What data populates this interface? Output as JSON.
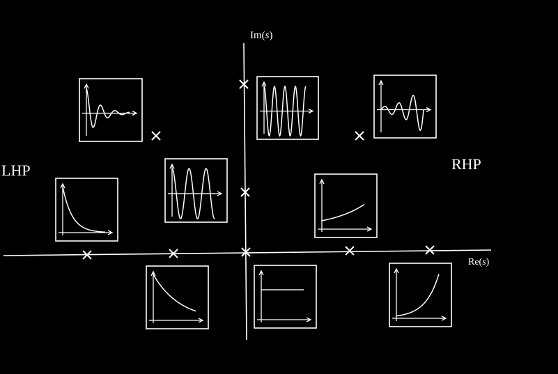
{
  "labels": {
    "im_axis_prefix": "Im(",
    "im_axis_var": "s",
    "im_axis_suffix": ")",
    "re_axis_prefix": "Re(",
    "re_axis_var": "s",
    "re_axis_suffix": ")",
    "left_half_plane": "LHP",
    "right_half_plane": "RHP"
  },
  "poles": [
    {
      "name": "pole-lhp-complex-damped",
      "region": "left half-plane, complex"
    },
    {
      "name": "pole-imag-axis-high",
      "region": "imaginary axis, high frequency"
    },
    {
      "name": "pole-imag-axis-low",
      "region": "imaginary axis, low frequency"
    },
    {
      "name": "pole-rhp-complex-growing",
      "region": "right half-plane, complex"
    },
    {
      "name": "pole-real-far-left",
      "region": "negative real axis, fast decay"
    },
    {
      "name": "pole-real-near-left",
      "region": "negative real axis, slow decay"
    },
    {
      "name": "pole-origin",
      "region": "origin"
    },
    {
      "name": "pole-real-near-right",
      "region": "positive real axis, slow growth"
    },
    {
      "name": "pole-real-far-right",
      "region": "positive real axis, fast growth"
    }
  ],
  "responses": [
    {
      "name": "response-damped-oscillation",
      "kind": "damped-oscillation"
    },
    {
      "name": "response-sustained-oscillation-high",
      "kind": "sustained-oscillation-high"
    },
    {
      "name": "response-growing-oscillation",
      "kind": "growing-oscillation"
    },
    {
      "name": "response-fast-decay",
      "kind": "fast-exponential-decay"
    },
    {
      "name": "response-sustained-oscillation-low",
      "kind": "sustained-oscillation-low"
    },
    {
      "name": "response-slow-growth",
      "kind": "slow-exponential-growth"
    },
    {
      "name": "response-slow-decay",
      "kind": "slow-exponential-decay"
    },
    {
      "name": "response-constant",
      "kind": "constant"
    },
    {
      "name": "response-fast-growth",
      "kind": "fast-exponential-growth"
    }
  ]
}
